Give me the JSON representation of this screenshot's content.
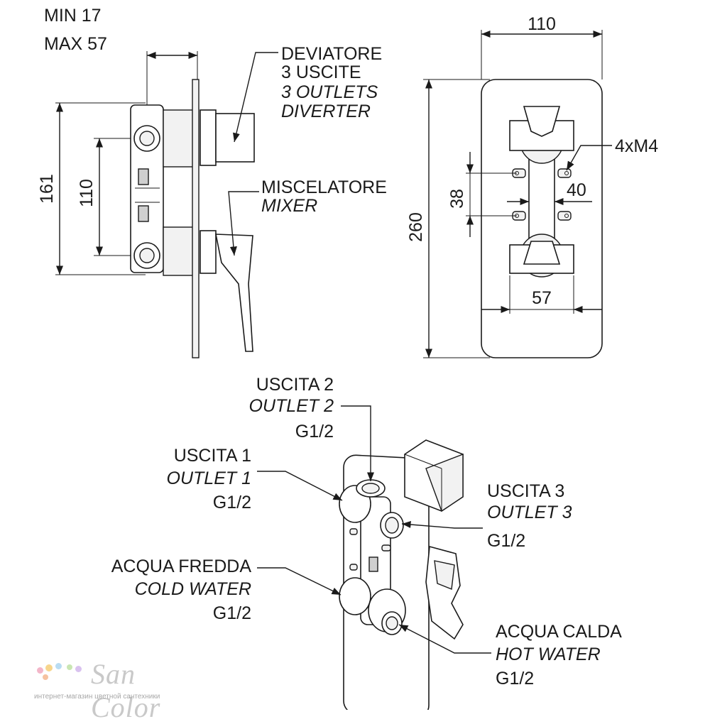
{
  "side_view": {
    "min_depth": "MIN 17",
    "max_depth": "MAX 57",
    "height_161": "161",
    "spacing_110": "110",
    "diverter": {
      "line1": "DEVIATORE",
      "line2": "3 USCITE",
      "line3": "3 OUTLETS",
      "line4": "DIVERTER"
    },
    "mixer": {
      "line1": "MISCELATORE",
      "line2": "MIXER"
    }
  },
  "front_view": {
    "width_110": "110",
    "height_260": "260",
    "screws": "4xM4",
    "spacing_38": "38",
    "spacing_40": "40",
    "spacing_57": "57"
  },
  "iso_view": {
    "outlet2": {
      "it": "USCITA 2",
      "en": "OUTLET 2",
      "thread": "G1/2"
    },
    "outlet1": {
      "it": "USCITA 1",
      "en": "OUTLET 1",
      "thread": "G1/2"
    },
    "outlet3": {
      "it": "USCITA 3",
      "en": "OUTLET 3",
      "thread": "G1/2"
    },
    "cold": {
      "it": "ACQUA FREDDA",
      "en": "COLD WATER",
      "thread": "G1/2"
    },
    "hot": {
      "it": "ACQUA CALDA",
      "en": "HOT WATER",
      "thread": "G1/2"
    }
  },
  "watermark": {
    "name": "San Color",
    "tagline": "интернет-магазин цветной сантехники",
    "dot_colors": [
      "#f3b6c9",
      "#f7d58c",
      "#b9dcf2",
      "#c9e6b3",
      "#d9c2ef",
      "#f6c2a0"
    ]
  }
}
